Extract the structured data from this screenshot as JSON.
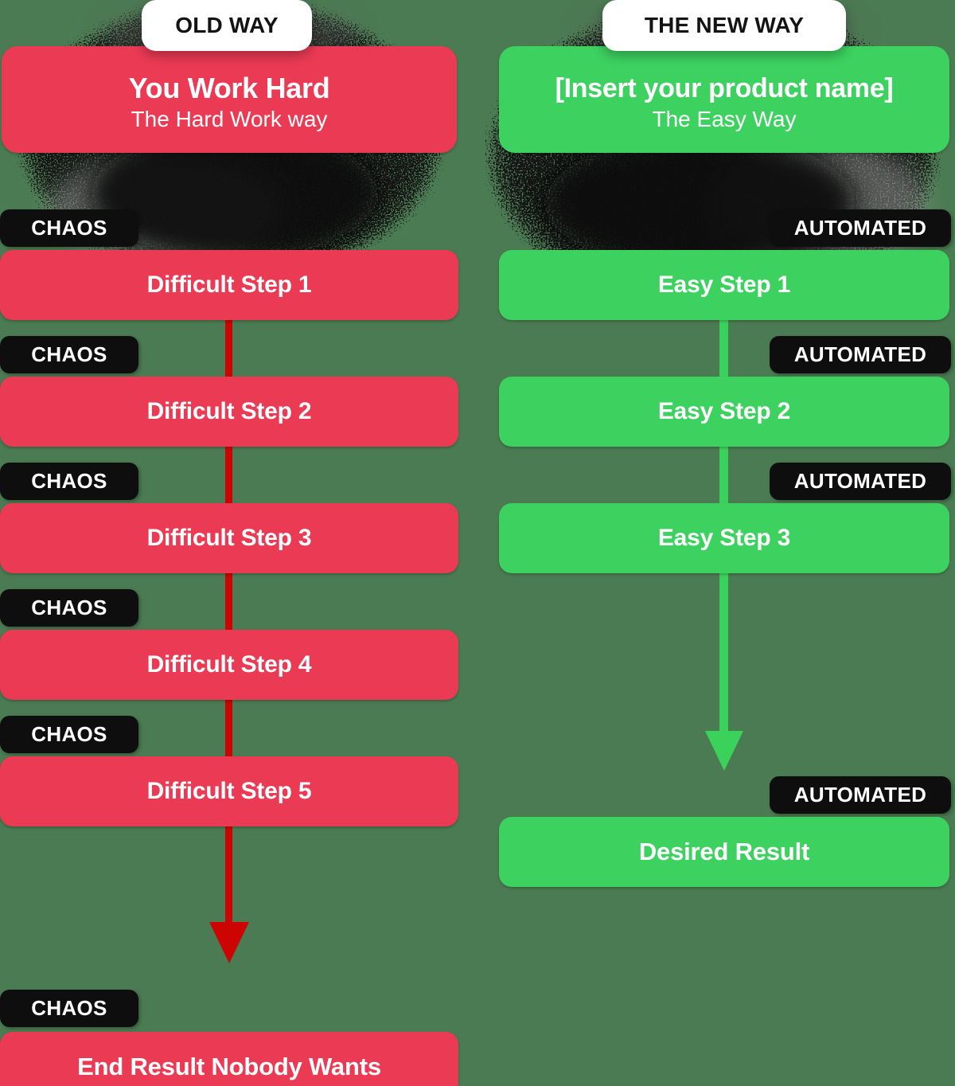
{
  "palette": {
    "background": "#4b7b52",
    "old_accent": "#ea3a54",
    "old_arrow": "#cc0402",
    "new_accent": "#3dd160",
    "new_arrow": "#3bd25b",
    "chip_bg": "#0e0e0e",
    "chip_text": "#ffffff",
    "pill_bg": "#ffffff",
    "pill_text": "#131313"
  },
  "old_way": {
    "tag": "OLD WAY",
    "title": "You Work Hard",
    "subtitle": "The Hard Work way",
    "chip": "CHAOS",
    "steps": [
      "Difficult Step 1",
      "Difficult Step 2",
      "Difficult Step 3",
      "Difficult Step 4",
      "Difficult Step 5"
    ],
    "result": "End Result Nobody Wants"
  },
  "new_way": {
    "tag": "THE NEW WAY",
    "title": "[Insert your product name]",
    "subtitle": "The Easy Way",
    "chip": "AUTOMATED",
    "steps": [
      "Easy Step 1",
      "Easy Step 2",
      "Easy Step 3"
    ],
    "result": "Desired Result"
  }
}
